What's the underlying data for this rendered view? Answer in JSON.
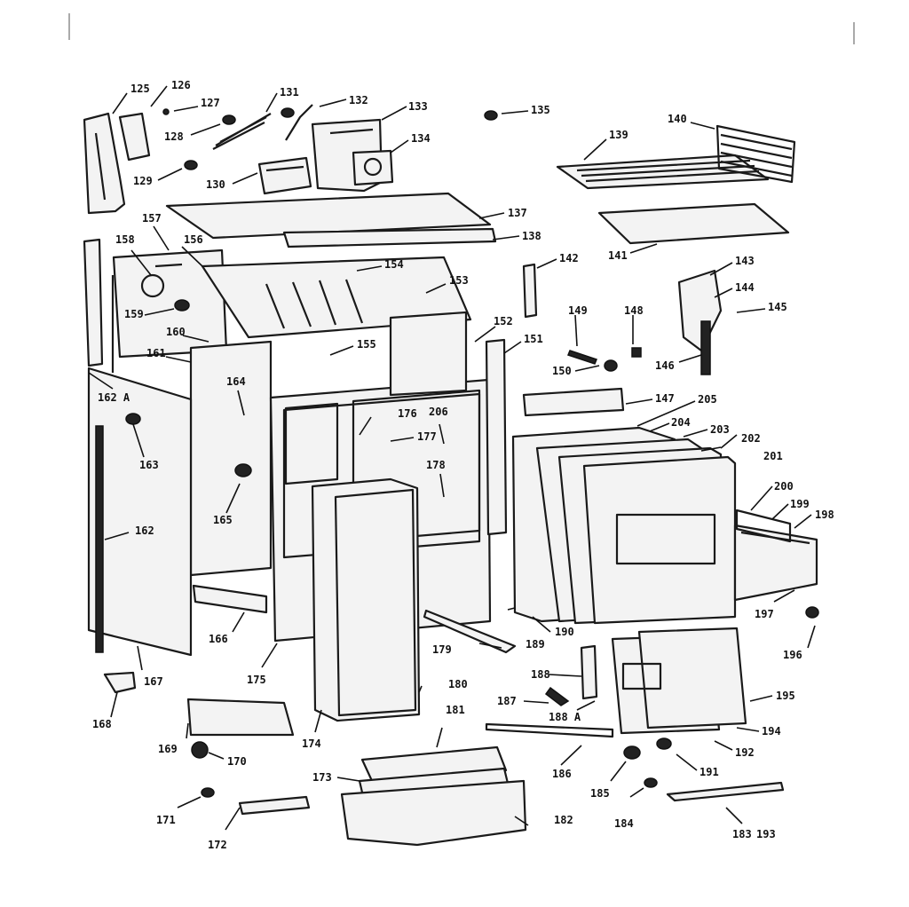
{
  "labels": {
    "l125": "125",
    "l126": "126",
    "l127": "127",
    "l128": "128",
    "l129": "129",
    "l130": "130",
    "l131": "131",
    "l132": "132",
    "l133": "133",
    "l134": "134",
    "l135": "135",
    "l137": "137",
    "l138": "138",
    "l139": "139",
    "l140": "140",
    "l141": "141",
    "l142": "142",
    "l143": "143",
    "l144": "144",
    "l145": "145",
    "l146": "146",
    "l147": "147",
    "l148": "148",
    "l149": "149",
    "l150": "150",
    "l151": "151",
    "l152": "152",
    "l153": "153",
    "l154": "154",
    "l155": "155",
    "l156": "156",
    "l157": "157",
    "l158": "158",
    "l159": "159",
    "l160": "160",
    "l161": "161",
    "l162A": "162 A",
    "l162": "162",
    "l163": "163",
    "l164": "164",
    "l165": "165",
    "l166": "166",
    "l167": "167",
    "l168": "168",
    "l169": "169",
    "l170": "170",
    "l171": "171",
    "l172": "172",
    "l173": "173",
    "l174": "174",
    "l175": "175",
    "l176": "176",
    "l177": "177",
    "l178": "178",
    "l179": "179",
    "l180": "180",
    "l181": "181",
    "l182": "182",
    "l183": "183",
    "l184": "184",
    "l185": "185",
    "l186": "186",
    "l187": "187",
    "l188": "188",
    "l188A": "188 A",
    "l189": "189",
    "l190": "190",
    "l191": "191",
    "l192": "192",
    "l193": "193",
    "l194": "194",
    "l195": "195",
    "l196": "196",
    "l197": "197",
    "l198": "198",
    "l199": "199",
    "l200": "200",
    "l201": "201",
    "l202": "202",
    "l203": "203",
    "l204": "204",
    "l205": "205",
    "l206": "206"
  }
}
